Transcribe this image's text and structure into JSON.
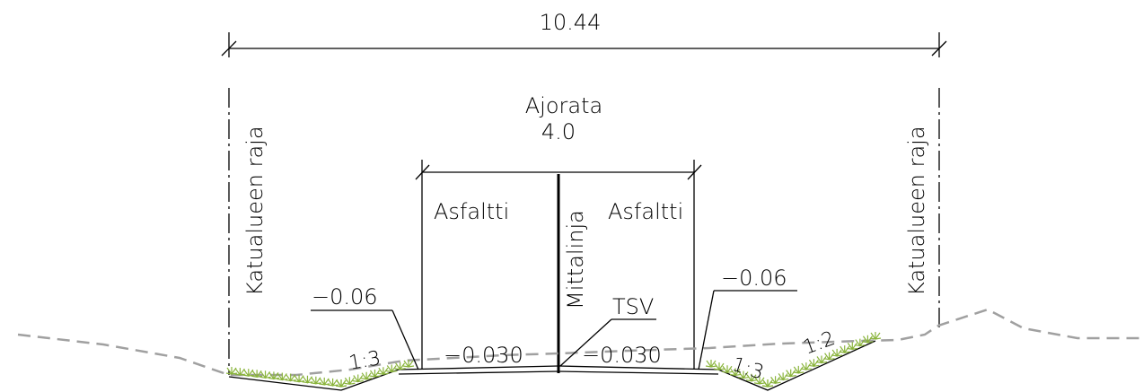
{
  "dimensions": {
    "total_width": "10.44",
    "carriageway_label": "Ajorata",
    "carriageway_width": "4.0"
  },
  "surfaces": {
    "left": "Asfaltti",
    "right": "Asfaltti"
  },
  "centerline": "Mittalinja",
  "boundaries": {
    "left": "Katualueen raja",
    "right": "Katualueen raja"
  },
  "levels": {
    "left_edge": "−0.06",
    "right_edge": "−0.06",
    "tsv": "TSV"
  },
  "crossfall": {
    "left": "−0.030",
    "right": "−0.030"
  },
  "slopes": {
    "left_ditch": "1:3",
    "right_ditch_inner": "1:3",
    "right_ditch_outer": "1:2"
  },
  "colors": {
    "ground_line": "#a0a0a0",
    "grass": "#8ab43c"
  }
}
